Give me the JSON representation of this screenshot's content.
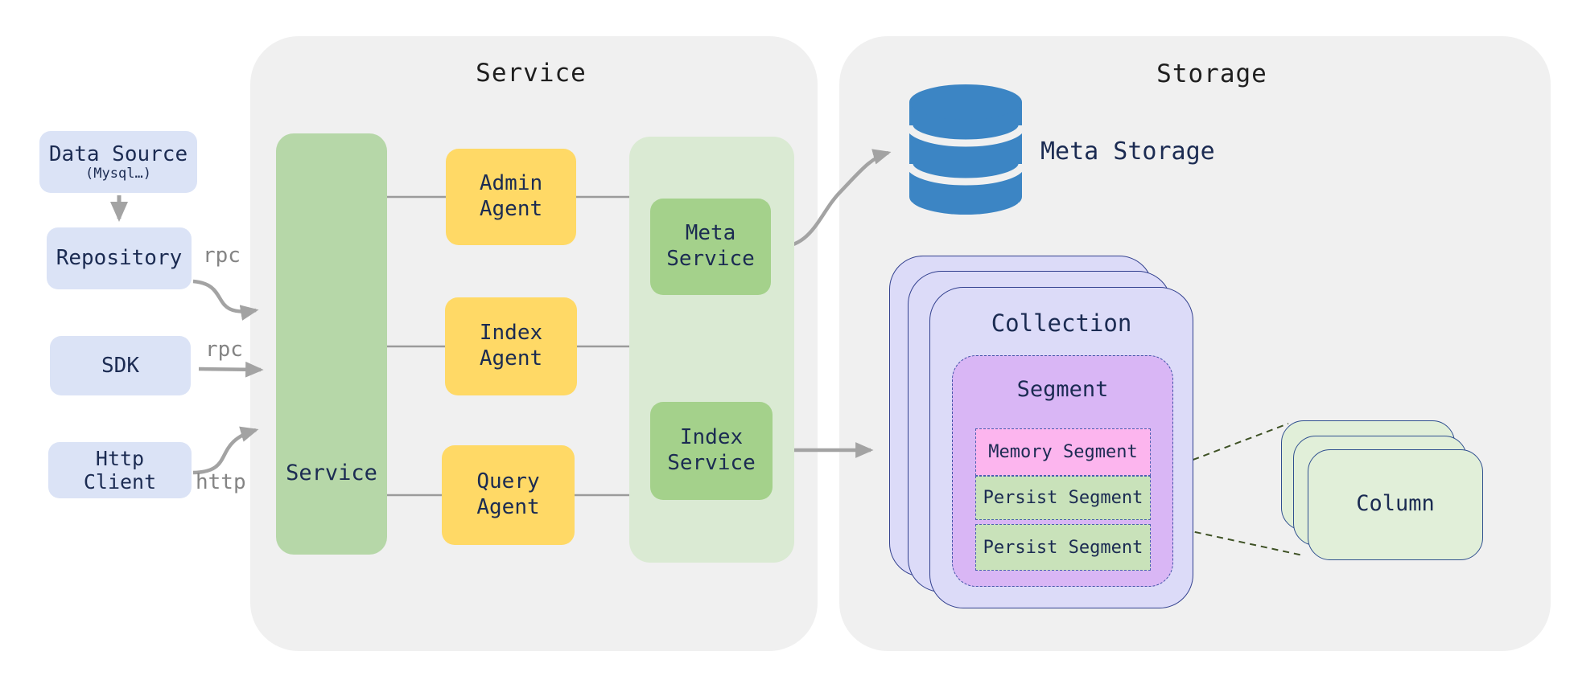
{
  "clients": {
    "data_source": {
      "title": "Data Source",
      "subtitle": "(Mysql…)"
    },
    "repository": {
      "label": "Repository"
    },
    "sdk": {
      "label": "SDK"
    },
    "http_client": {
      "line1": "Http",
      "line2": "Client"
    }
  },
  "edge_labels": {
    "repository_rpc": "rpc",
    "sdk_rpc": "rpc",
    "http": "http"
  },
  "service_panel": {
    "title": "Service",
    "bar_label": "Service",
    "admin_agent": {
      "line1": "Admin",
      "line2": "Agent"
    },
    "index_agent": {
      "line1": "Index",
      "line2": "Agent"
    },
    "query_agent": {
      "line1": "Query",
      "line2": "Agent"
    },
    "meta_service": {
      "line1": "Meta",
      "line2": "Service"
    },
    "index_service": {
      "line1": "Index",
      "line2": "Service"
    }
  },
  "storage_panel": {
    "title": "Storage",
    "meta_storage_label": "Meta Storage",
    "collection": {
      "title": "Collection",
      "segment": {
        "title": "Segment",
        "memory_segment": "Memory Segment",
        "persist_segment_1": "Persist Segment",
        "persist_segment_2": "Persist Segment"
      }
    },
    "column_label": "Column"
  },
  "colors": {
    "panel_gray": "#f0f0f0",
    "client_blue": "#dbe3f6",
    "navy_text": "#1b2b52",
    "service_bar_green": "#b6d7a8",
    "inner_container_green": "#daead3",
    "service_box_green": "#a4d18b",
    "agent_yellow": "#ffd966",
    "collection_lavender": "#dcdbf8",
    "segment_purple": "#d9b6f5",
    "memory_pink": "#fcb5ee",
    "persist_green": "#c9e2ba",
    "column_green": "#e1efd9",
    "database_blue": "#3c85c4",
    "arrow_gray": "#a3a3a3",
    "dashed_line_green": "#3f5226"
  }
}
